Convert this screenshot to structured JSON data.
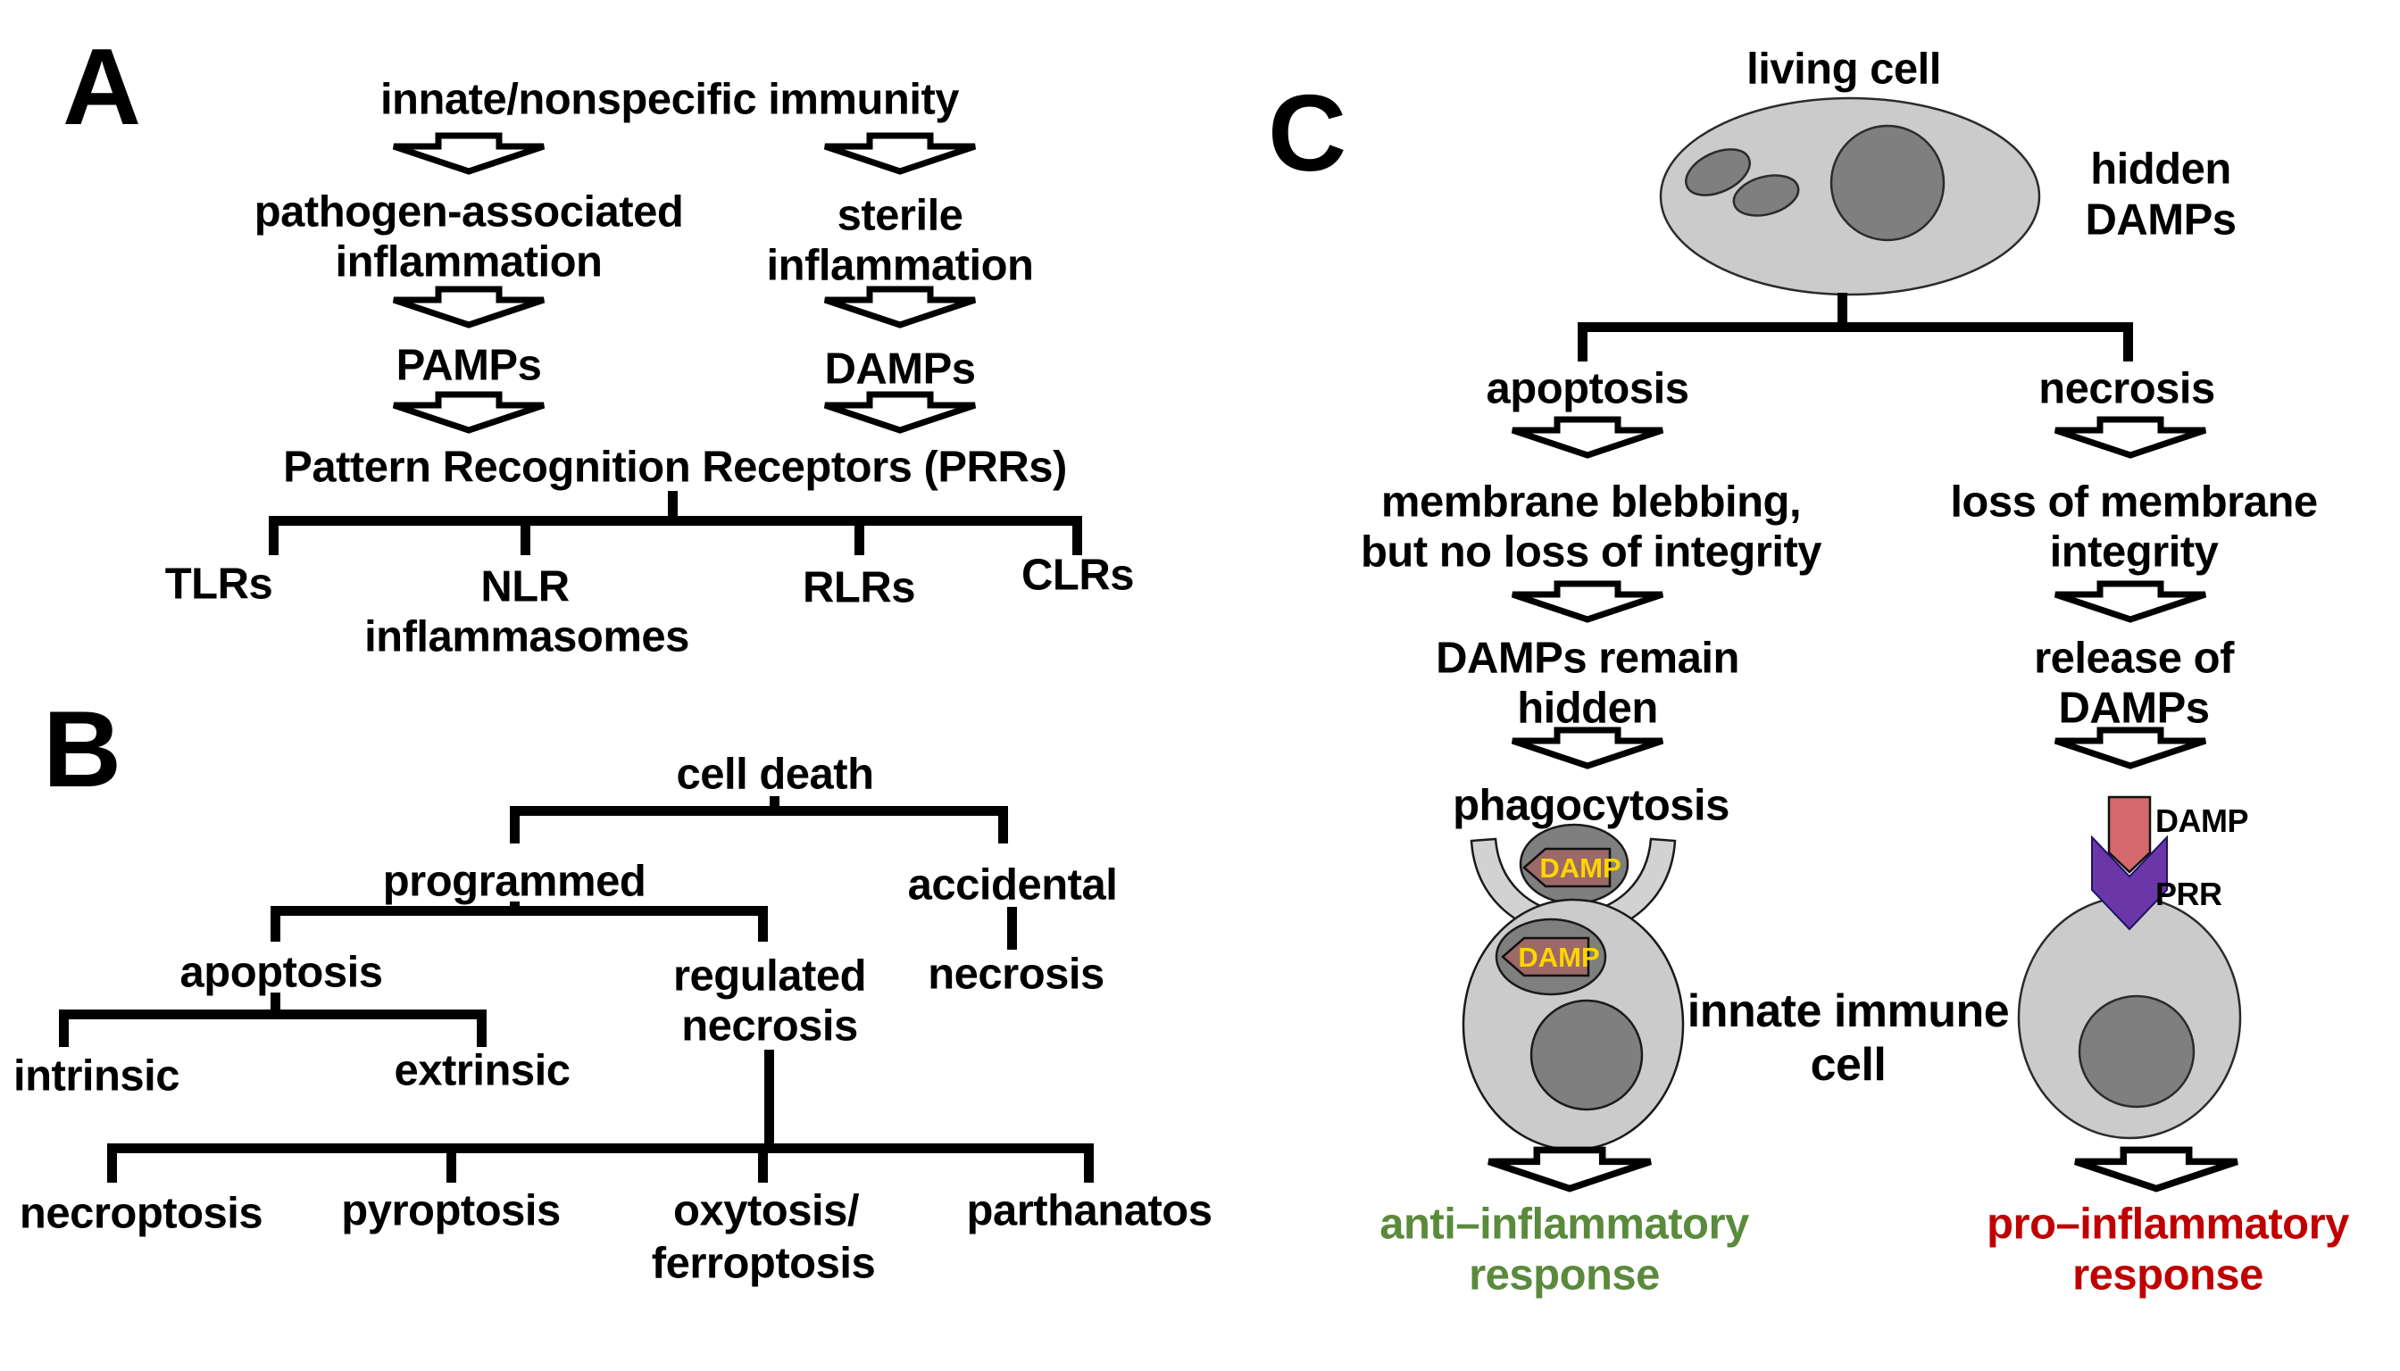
{
  "panel_a": {
    "letter": "A",
    "title": "innate/nonspecific immunity",
    "left_branch": {
      "line1": "pathogen-associated",
      "line2": "inflammation",
      "result": "PAMPs"
    },
    "right_branch": {
      "line1": "sterile",
      "line2": "inflammation",
      "result": "DAMPs"
    },
    "receptors_title": "Pattern Recognition Receptors (PRRs)",
    "receptors": {
      "tlrs": "TLRs",
      "nlr_line1": "NLR",
      "nlr_line2": "inflammasomes",
      "rlrs": "RLRs",
      "clrs": "CLRs"
    }
  },
  "panel_b": {
    "letter": "B",
    "root": "cell death",
    "programmed": "programmed",
    "accidental": "accidental",
    "accidental_child": "necrosis",
    "apoptosis": "apoptosis",
    "regulated_line1": "regulated",
    "regulated_line2": "necrosis",
    "intrinsic": "intrinsic",
    "extrinsic": "extrinsic",
    "leaves": {
      "necroptosis": "necroptosis",
      "pyroptosis": "pyroptosis",
      "oxytosis_line1": "oxytosis/",
      "oxytosis_line2": "ferroptosis",
      "parthanatos": "parthanatos"
    }
  },
  "panel_c": {
    "letter": "C",
    "living_cell": "living cell",
    "hidden_line1": "hidden",
    "hidden_line2": "DAMPs",
    "innate_line1": "innate immune",
    "innate_line2": "cell",
    "left_path": {
      "branch": "apoptosis",
      "step1_line1": "membrane blebbing,",
      "step1_line2": "but no loss of integrity",
      "step2_line1": "DAMPs remain",
      "step2_line2": "hidden",
      "step3": "phagocytosis",
      "damp_tag_1": "DAMP",
      "damp_tag_2": "DAMP",
      "outcome_line1": "anti–inflammatory",
      "outcome_line2": "response"
    },
    "right_path": {
      "branch": "necrosis",
      "step1_line1": "loss of membrane",
      "step1_line2": "integrity",
      "step2_line1": "release of",
      "step2_line2": "DAMPs",
      "damp_arrow_label": "DAMP",
      "prr_label": "PRR",
      "outcome_line1": "pro–inflammatory",
      "outcome_line2": "response"
    }
  },
  "colors": {
    "anti_inflammatory_green": "#5a8a3c",
    "pro_inflammatory_red": "#c00000",
    "cell_light_gray": "#cbcbcb",
    "nucleus_dark_gray": "#7f7f7f",
    "damp_tag_fill": "#9c6868",
    "damp_tag_text_yellow": "#ffd400",
    "damp_arrow_salmon": "#d5686c",
    "prr_arrow_purple": "#6b37a8"
  }
}
